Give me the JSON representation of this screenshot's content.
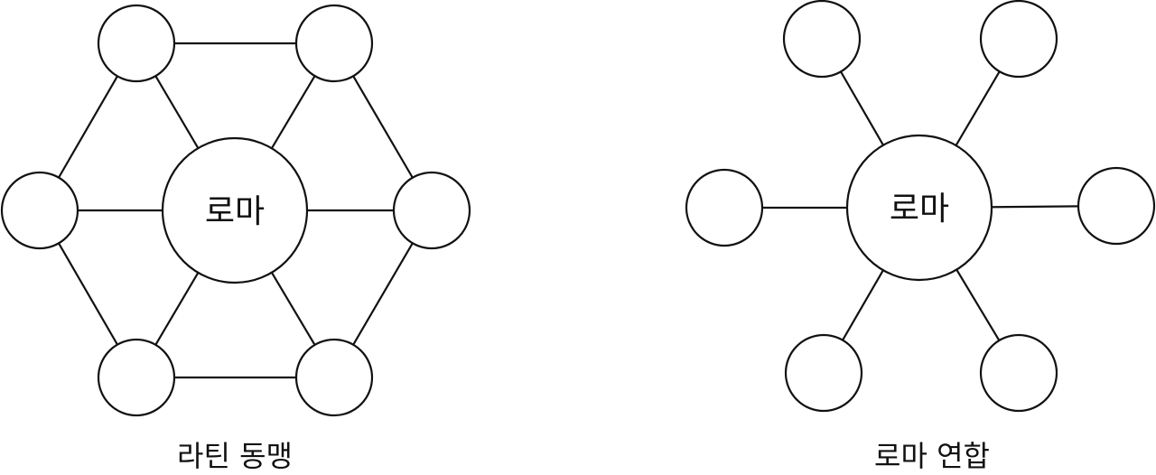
{
  "latin_league": {
    "center_label": "로마",
    "caption": "라틴 동맹"
  },
  "roman_confederation": {
    "center_label": "로마",
    "caption": "로마 연합"
  },
  "colors": {
    "stroke": "#111111",
    "background": "#ffffff"
  }
}
